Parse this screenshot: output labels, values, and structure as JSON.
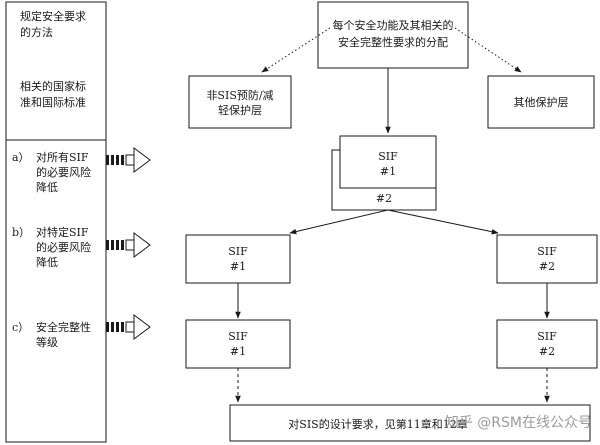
{
  "left_panel": {
    "title_lines": [
      "规定安全要求",
      "的方法"
    ],
    "standards_lines": [
      "相关的国家标",
      "准和国际标准"
    ],
    "steps": [
      {
        "marker": "a）",
        "lines": [
          "对所有SIF",
          "的必要风险",
          "降低"
        ]
      },
      {
        "marker": "b）",
        "lines": [
          "对特定SIF",
          "的必要风险",
          "降低"
        ]
      },
      {
        "marker": "c）",
        "lines": [
          "安全完整性",
          "等级"
        ]
      }
    ]
  },
  "allocation_box": {
    "lines": [
      "每个安全功能及其相关的",
      "安全完整性要求的分配"
    ]
  },
  "non_sis_box": {
    "lines": [
      "非SIS预防/减",
      "轻保护层"
    ]
  },
  "other_box": {
    "lines": [
      "其他保护层"
    ]
  },
  "sif_stack": {
    "front_lines": [
      "SIF",
      "#1"
    ],
    "back_label": "#2"
  },
  "sif_boxes": [
    {
      "lines": [
        "SIF",
        "#1"
      ]
    },
    {
      "lines": [
        "SIF",
        "#2"
      ]
    },
    {
      "lines": [
        "SIF",
        "#1"
      ]
    },
    {
      "lines": [
        "SIF",
        "#2"
      ]
    }
  ],
  "design_box": {
    "text": "对SIS的设计要求，见第11章和12章"
  },
  "watermark": {
    "text": "知乎 @RSM在线公众号"
  }
}
